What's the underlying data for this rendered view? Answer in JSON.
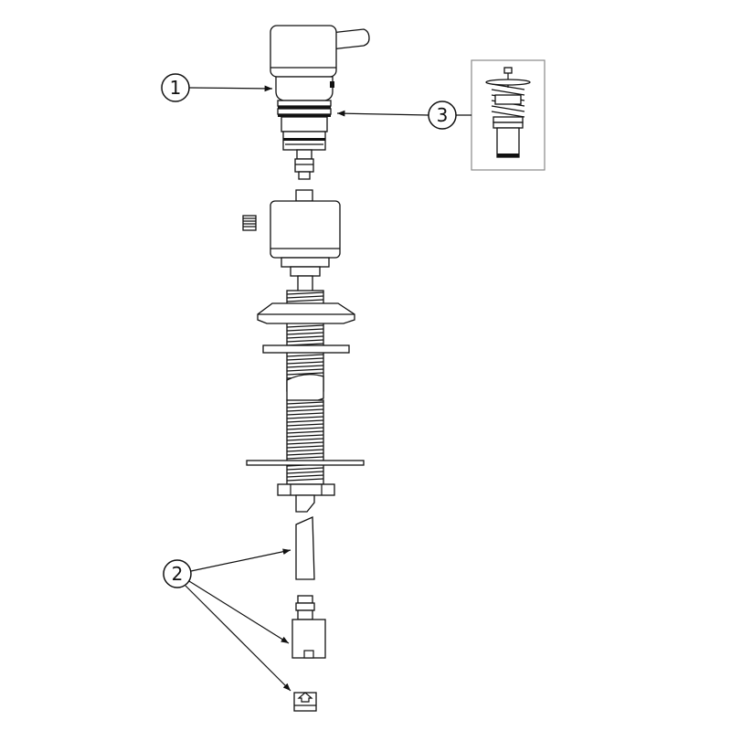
{
  "callouts": [
    {
      "id": "1",
      "label": "1"
    },
    {
      "id": "2",
      "label": "2"
    },
    {
      "id": "3",
      "label": "3"
    }
  ],
  "colors": {
    "line": "#111111",
    "background": "#ffffff",
    "shade": "#e9e9e9",
    "inset_border": "#888888"
  }
}
